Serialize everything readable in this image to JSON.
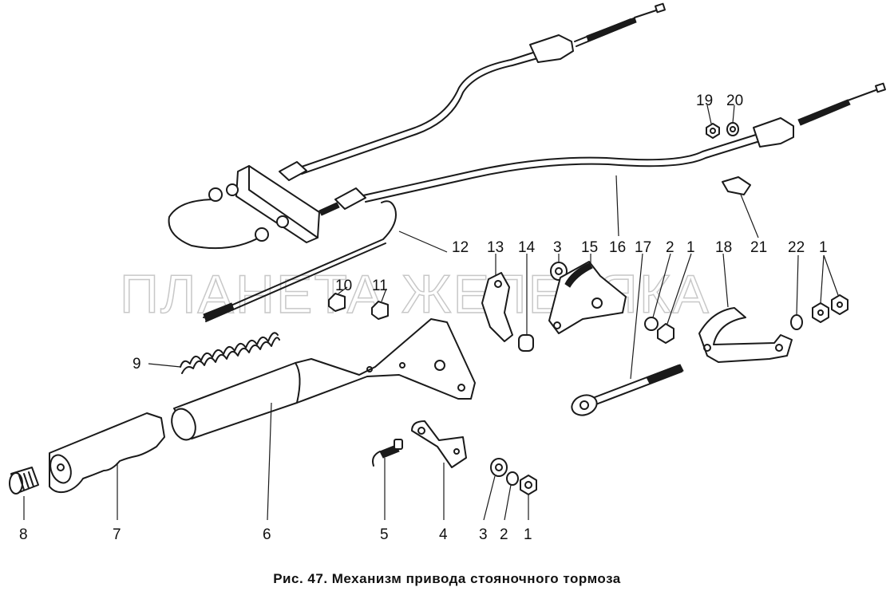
{
  "caption": "Рис. 47. Механизм привода стояночного тормоза",
  "watermark": "ПЛАНЕТА ЖЕЛЕЗЯКА",
  "callouts": {
    "n1a": "1",
    "n1b": "1",
    "n1c": "1",
    "n2a": "2",
    "n2b": "2",
    "n3a": "3",
    "n3b": "3",
    "n4": "4",
    "n5": "5",
    "n6": "6",
    "n7": "7",
    "n8": "8",
    "n9": "9",
    "n10": "10",
    "n11": "11",
    "n12": "12",
    "n13": "13",
    "n14": "14",
    "n15": "15",
    "n16": "16",
    "n17": "17",
    "n18": "18",
    "n19": "19",
    "n20": "20",
    "n21": "21",
    "n22": "22"
  },
  "colors": {
    "ink": "#1a1a1a",
    "watermark": "#c8c8c8",
    "background": "#ffffff"
  }
}
